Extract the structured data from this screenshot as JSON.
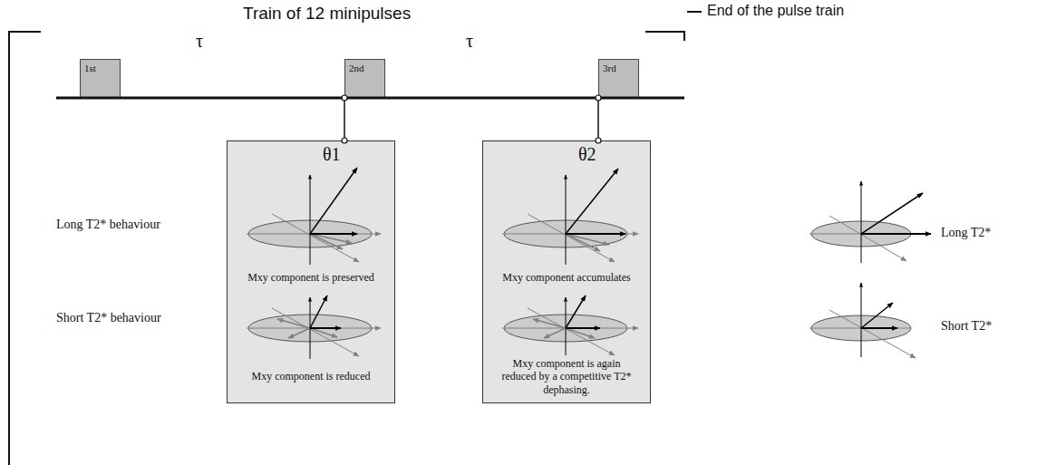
{
  "diagram": {
    "title": "Train of 12 minipulses",
    "nodes": [
      {
        "text": [
          "1st"
        ]
      },
      {
        "text": [
          "2nd"
        ]
      },
      {
        "text": [
          "3rd"
        ]
      },
      {
        "text": [
          "θ1",
          "Mxy component is preserved",
          "Mxy component is reduced"
        ]
      },
      {
        "text": [
          "θ2",
          "Mxy component accumulates",
          "Mxy component is again reduced by a competitive T2* dephasing."
        ]
      }
    ],
    "edges": [
      {
        "from": 1,
        "to": 3,
        "arrow": "none"
      },
      {
        "from": 2,
        "to": 4,
        "arrow": "none"
      }
    ],
    "labels": [
      "τ",
      "τ",
      "End of the pulse train",
      "Long T2* behaviour",
      "Short T2* behaviour",
      "Long T2*",
      "Short T2*"
    ]
  }
}
